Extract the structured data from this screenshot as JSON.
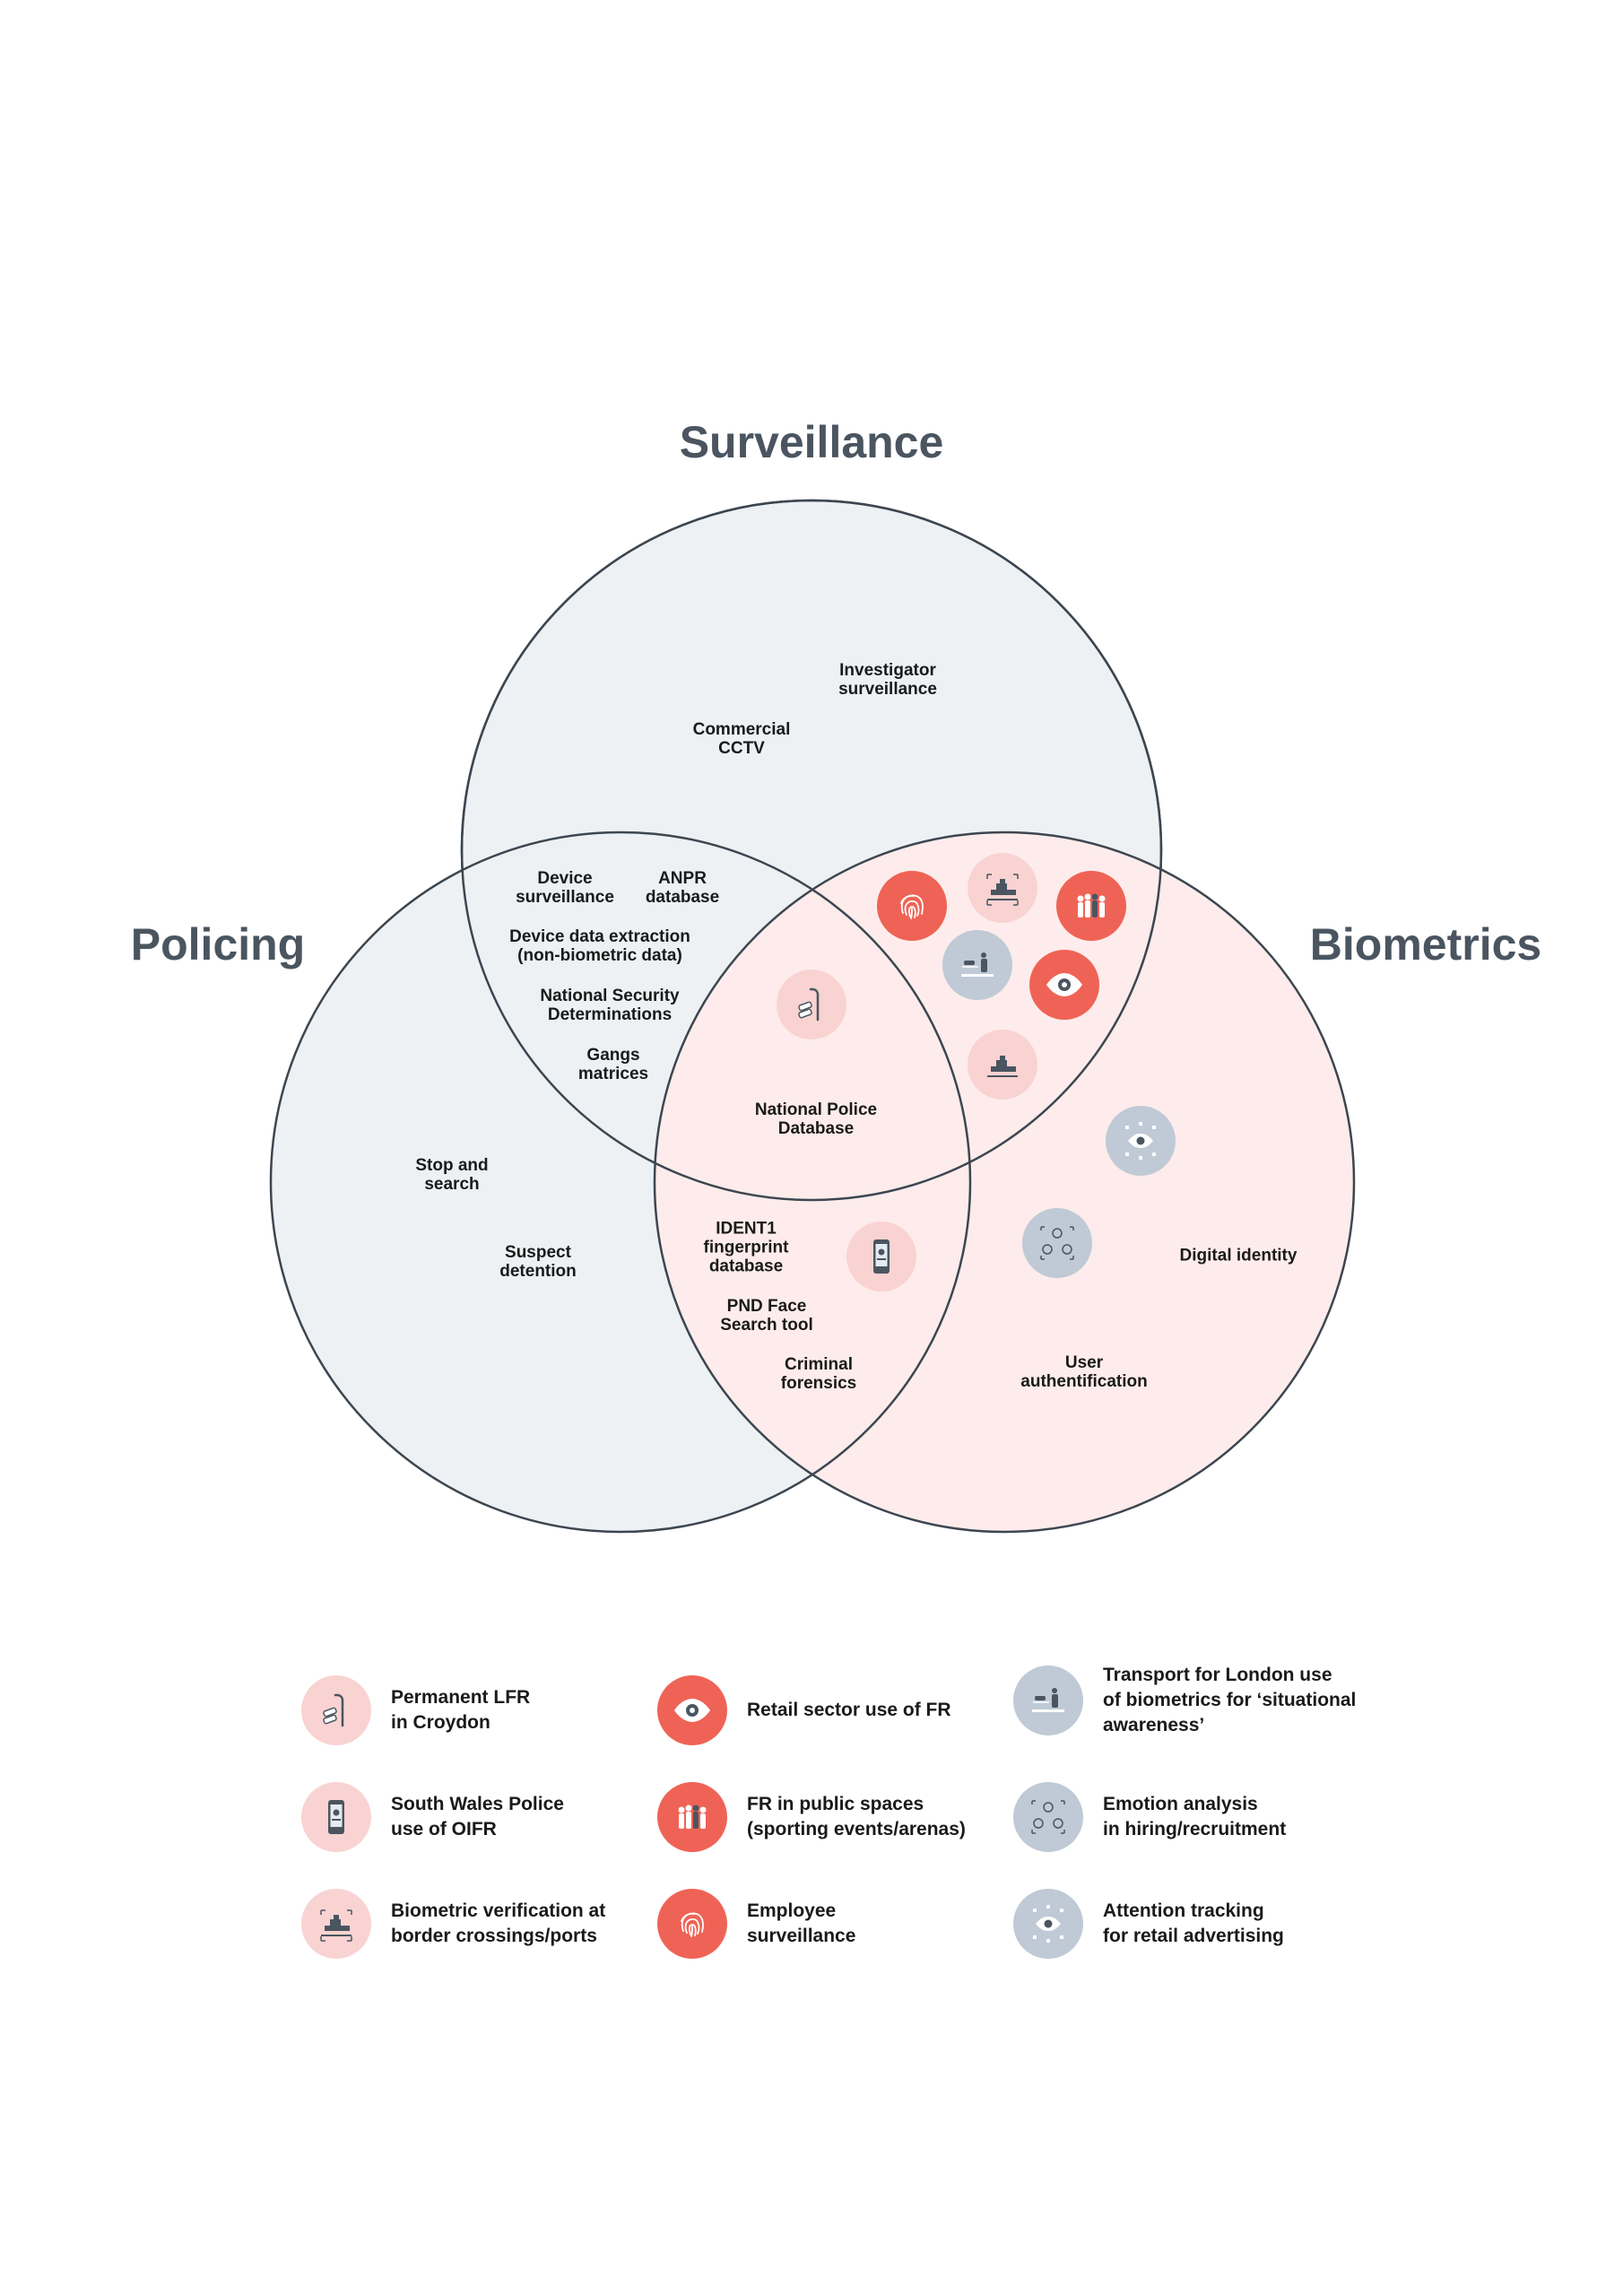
{
  "titles": {
    "surveillance": "Surveillance",
    "policing": "Policing",
    "biometrics": "Biometrics"
  },
  "colors": {
    "circle_blue_fill": "#edf1f4",
    "circle_pink_fill": "#fdeceb",
    "outline": "#3c4650",
    "icon_light_pink": "#f9d3d1",
    "icon_red": "#ef6356",
    "icon_grey": "#bfcad6"
  },
  "labels": {
    "investigator": "Investigator\nsurveillance",
    "commercial_cctv": "Commercial\nCCTV",
    "device_surveillance": "Device\nsurveillance",
    "anpr": "ANPR\ndatabase",
    "device_extraction": "Device data extraction\n(non-biometric data)",
    "national_security": "National Security\nDeterminations",
    "gangs": "Gangs\nmatrices",
    "npd": "National Police\nDatabase",
    "stop_search": "Stop and\nsearch",
    "suspect_detention": "Suspect\ndetention",
    "ident1": "IDENT1\nfingerprint\ndatabase",
    "pnd_face": "PND Face\nSearch tool",
    "criminal_forensics": "Criminal\nforensics",
    "digital_identity": "Digital identity",
    "user_auth": "User\nauthentification"
  },
  "legend": [
    {
      "icon": "lfr-camera-icon",
      "style": "light-pink",
      "text": "Permanent LFR\nin Croydon"
    },
    {
      "icon": "phone-face-icon",
      "style": "light-pink",
      "text": "South Wales Police\nuse of OIFR"
    },
    {
      "icon": "border-ship-icon",
      "style": "light-pink",
      "text": "Biometric verification at\nborder crossings/ports"
    },
    {
      "icon": "eye-icon",
      "style": "red",
      "text": "Retail sector use of FR"
    },
    {
      "icon": "crowd-icon",
      "style": "red",
      "text": "FR in public spaces\n(sporting events/arenas)"
    },
    {
      "icon": "fingerprint-icon",
      "style": "red",
      "text": "Employee\nsurveillance"
    },
    {
      "icon": "transport-icon",
      "style": "grey",
      "text": "Transport for London use\nof biometrics for ‘situational\nawareness’"
    },
    {
      "icon": "emotion-faces-icon",
      "style": "grey",
      "text": "Emotion analysis\nin hiring/recruitment"
    },
    {
      "icon": "attention-eye-icon",
      "style": "grey",
      "text": "Attention tracking\nfor retail advertising"
    }
  ]
}
